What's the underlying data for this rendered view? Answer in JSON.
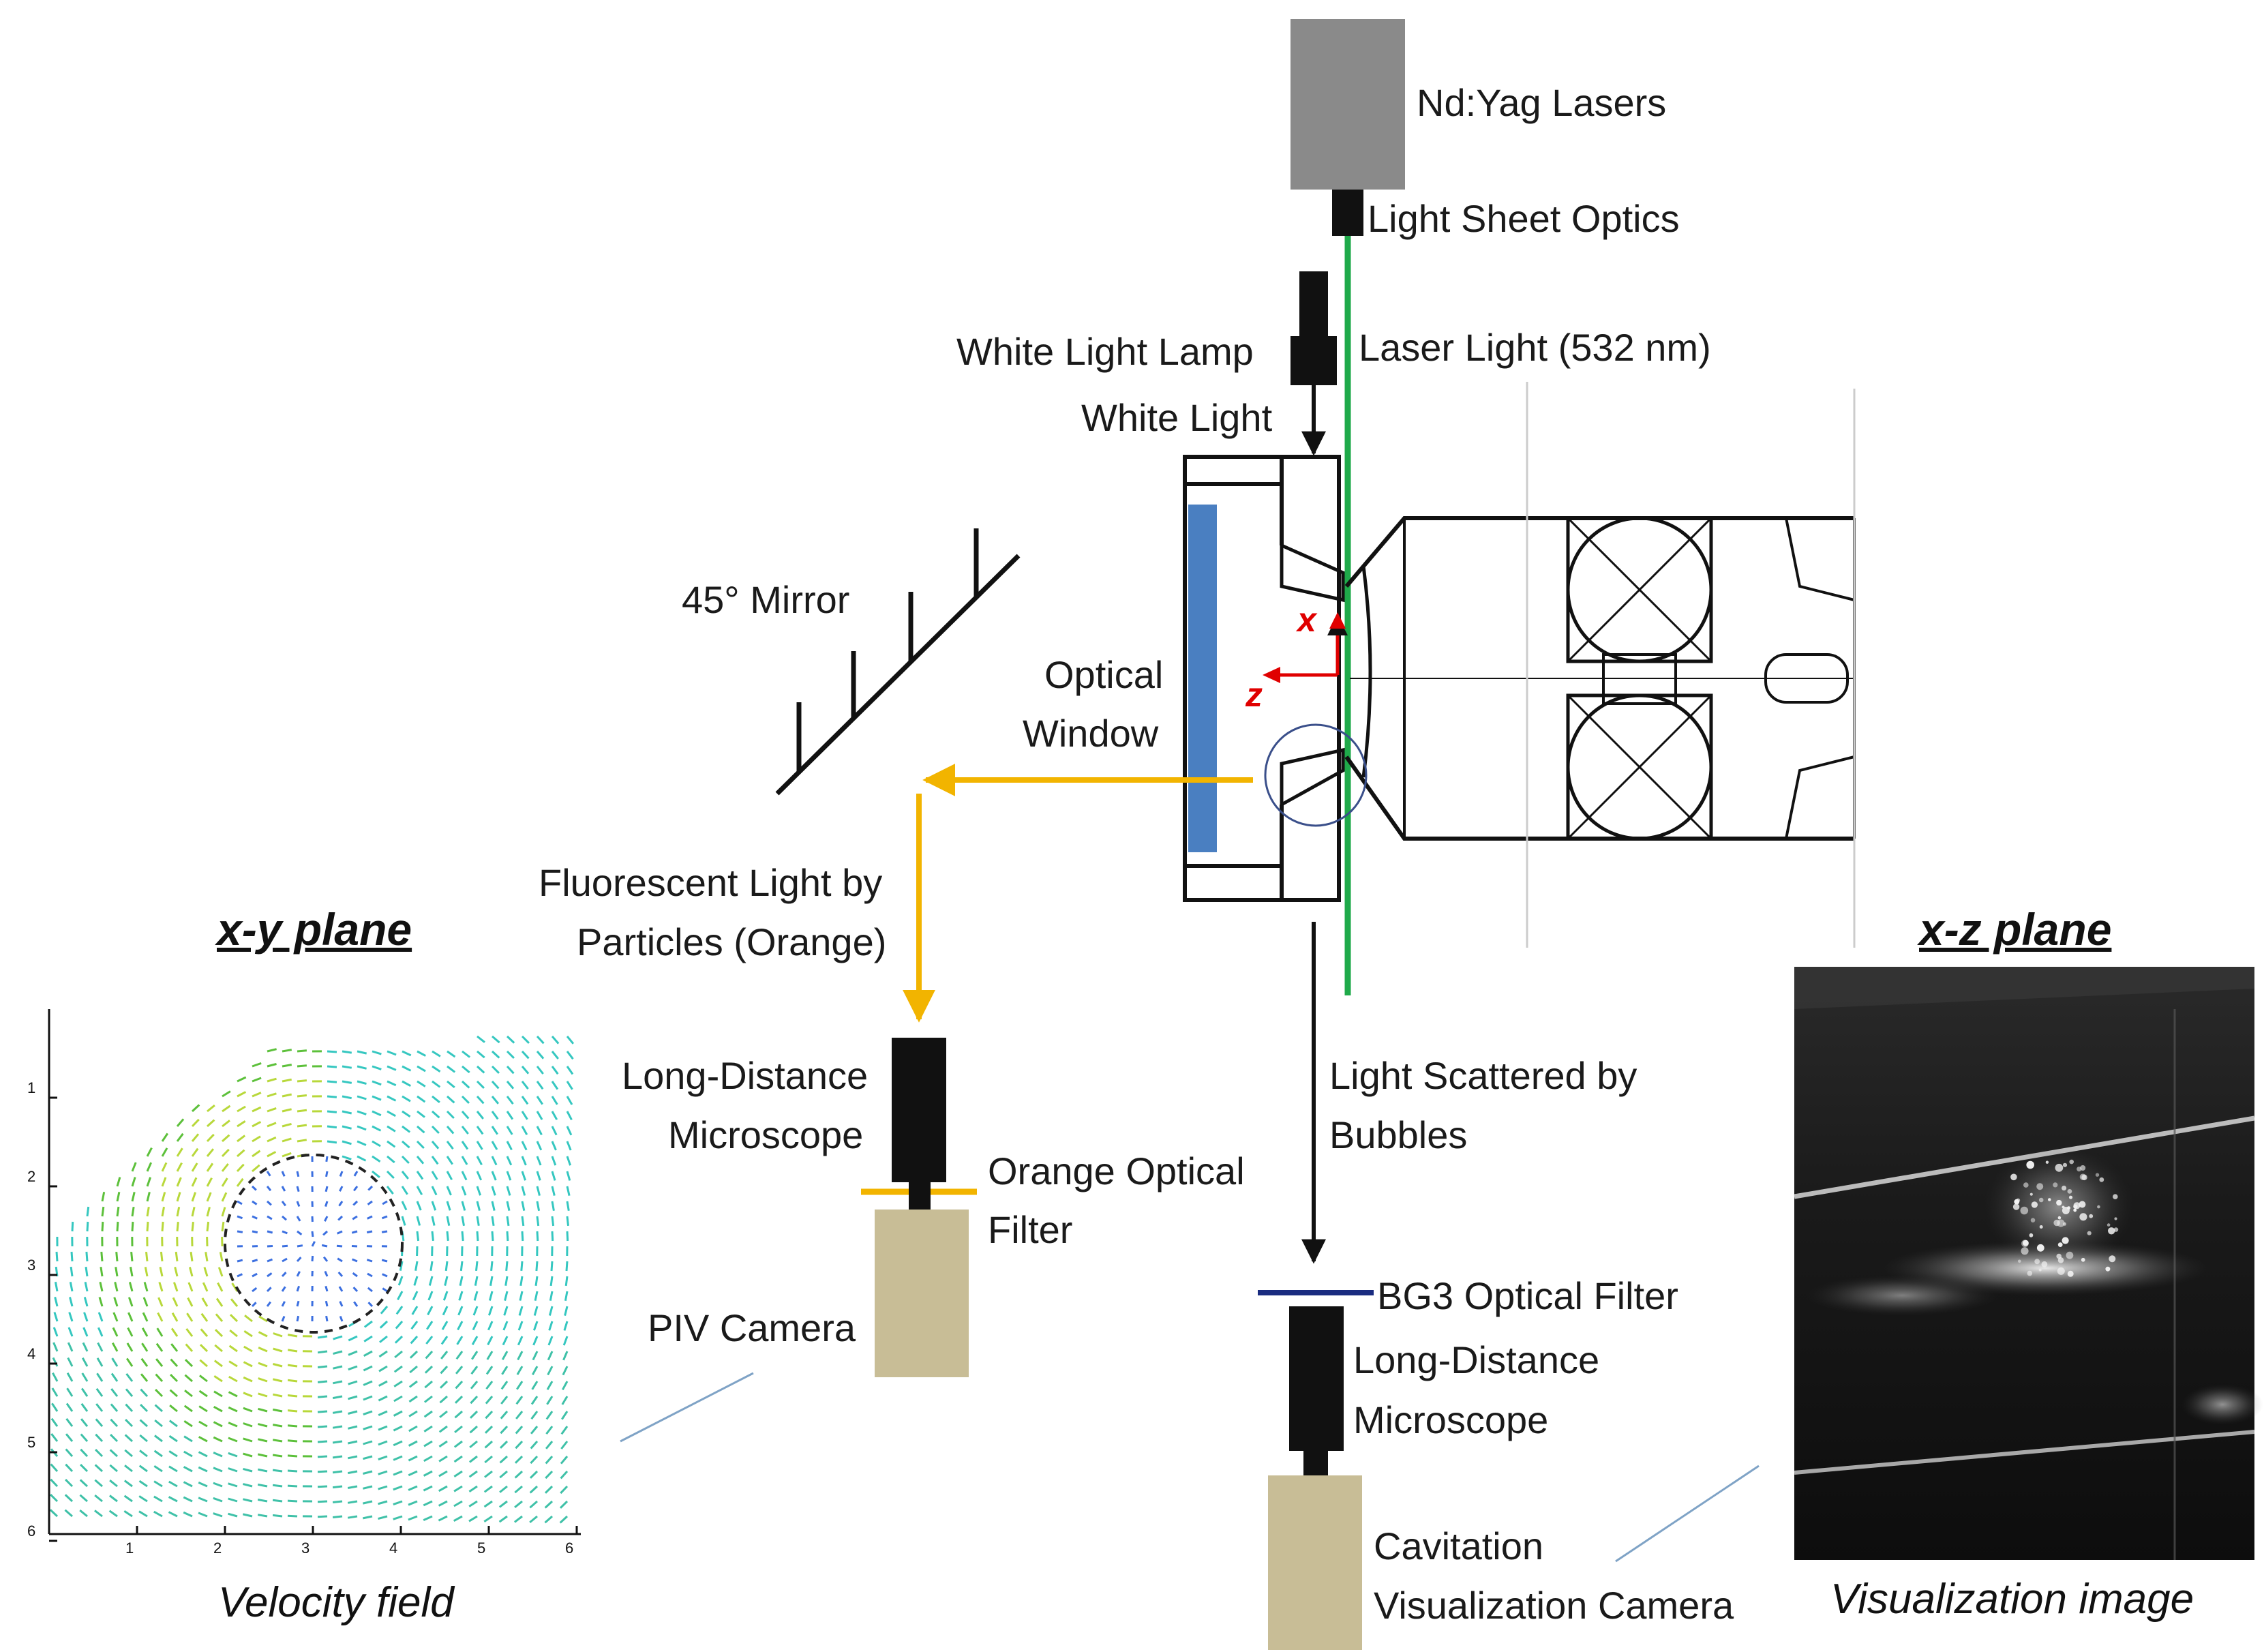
{
  "labels": {
    "laser": "Nd:Yag Lasers",
    "light_sheet_optics": "Light Sheet Optics",
    "white_light_lamp": "White Light Lamp",
    "laser_light": "Laser Light (532 nm)",
    "white_light": "White Light",
    "mirror": "45° Mirror",
    "optical_window_1": "Optical",
    "optical_window_2": "Window",
    "fluorescent_1": "Fluorescent Light by",
    "fluorescent_2": "Particles (Orange)",
    "microscope_left_1": "Long-Distance",
    "microscope_left_2": "Microscope",
    "orange_filter_1": "Orange Optical",
    "orange_filter_2": "Filter",
    "piv_camera": "PIV Camera",
    "scattered_1": "Light Scattered by",
    "scattered_2": "Bubbles",
    "bg3_filter": "BG3 Optical Filter",
    "microscope_right_1": "Long-Distance",
    "microscope_right_2": "Microscope",
    "cav_camera_1": "Cavitation",
    "cav_camera_2": "Visualization  Camera"
  },
  "axes": {
    "x": "x",
    "z": "z"
  },
  "xy_plane": {
    "title": "x-y plane",
    "caption": "Velocity field",
    "x_ticks": [
      "1",
      "2",
      "3",
      "4",
      "5",
      "6"
    ],
    "y_ticks": [
      "1",
      "2",
      "3",
      "4",
      "5",
      "6"
    ]
  },
  "xz_plane": {
    "title": "x-z plane",
    "caption": "Visualization image"
  },
  "colors": {
    "laser_beam": "#1faa4a",
    "fluorescent_light": "#f2b400",
    "optical_window": "#4a7fc1",
    "camera_body": "#c8bd96",
    "laser_box": "#8a8a8a",
    "bg3_filter": "#1a2c80",
    "axis_color": "#e00000"
  }
}
